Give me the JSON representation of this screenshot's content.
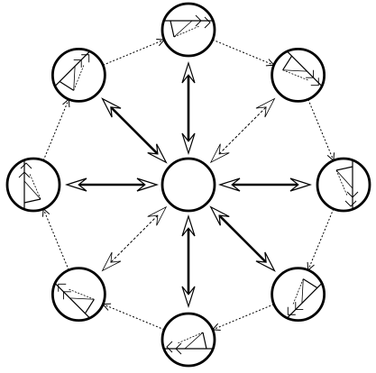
{
  "diagram": {
    "type": "hub-and-ring network",
    "hub": {
      "shape": "circle",
      "fill": "#ffffff",
      "stroke": "#000000"
    },
    "ring": {
      "node_count": 8,
      "node_shape": "circle-with-internal-glyph",
      "link_style": "dotted",
      "link_color": "#000000"
    },
    "spokes": [
      {
        "direction": "north",
        "arrow_style": "bidirectional",
        "weight": "bold"
      },
      {
        "direction": "north-east",
        "arrow_style": "bidirectional",
        "weight": "light"
      },
      {
        "direction": "east",
        "arrow_style": "bidirectional",
        "weight": "bold"
      },
      {
        "direction": "south-east",
        "arrow_style": "bidirectional",
        "weight": "bold"
      },
      {
        "direction": "south",
        "arrow_style": "bidirectional",
        "weight": "bold"
      },
      {
        "direction": "south-west",
        "arrow_style": "bidirectional",
        "weight": "light"
      },
      {
        "direction": "west",
        "arrow_style": "bidirectional",
        "weight": "bold"
      },
      {
        "direction": "north-west",
        "arrow_style": "bidirectional",
        "weight": "bold"
      }
    ],
    "colors": {
      "stroke": "#000000",
      "background": "#ffffff"
    }
  }
}
